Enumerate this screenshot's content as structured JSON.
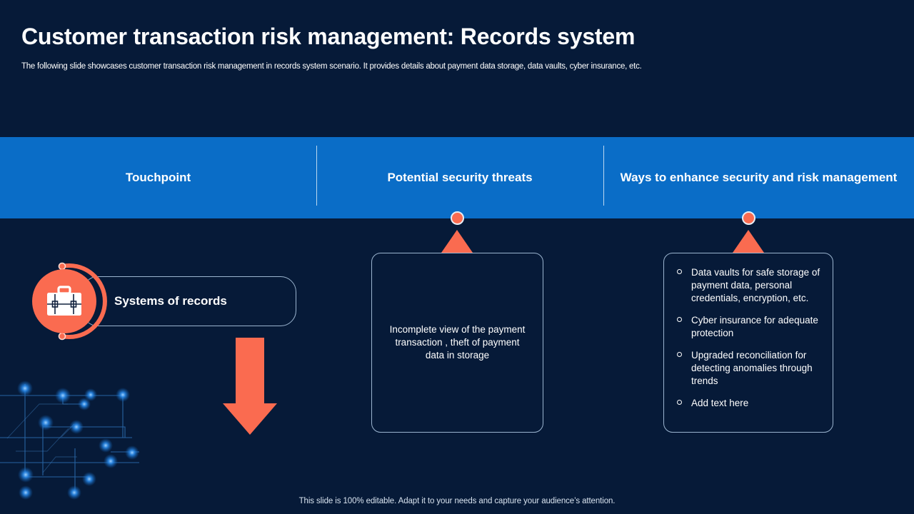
{
  "slide": {
    "title": "Customer transaction risk management: Records system",
    "subtitle": "The following slide showcases customer transaction risk management in records system scenario. It provides details about payment data storage, data vaults, cyber insurance, etc.",
    "footer": "This slide is 100% editable. Adapt it to your needs and capture your audience’s attention."
  },
  "colors": {
    "background": "#061a38",
    "band": "#0a6dc7",
    "accent_orange": "#fa6b50",
    "card_border": "#9bb4cf",
    "text": "#ffffff",
    "node_blue": "#1f86e8"
  },
  "header": {
    "columns": [
      {
        "label": "Touchpoint"
      },
      {
        "label": "Potential security threats"
      },
      {
        "label": "Ways to enhance security and risk management"
      }
    ]
  },
  "touchpoint": {
    "icon": "briefcase-icon",
    "label": "Systems of records"
  },
  "threats": {
    "text": "Incomplete view of the payment transaction , theft of payment data in storage"
  },
  "enhancements": {
    "items": [
      "Data vaults for safe storage of payment data, personal credentials, encryption, etc.",
      "Cyber insurance for adequate protection",
      "Upgraded reconciliation for detecting anomalies through trends",
      "Add text here"
    ]
  },
  "decor": {
    "arrow": "down-arrow",
    "circuit": "circuit-network-graphic"
  }
}
